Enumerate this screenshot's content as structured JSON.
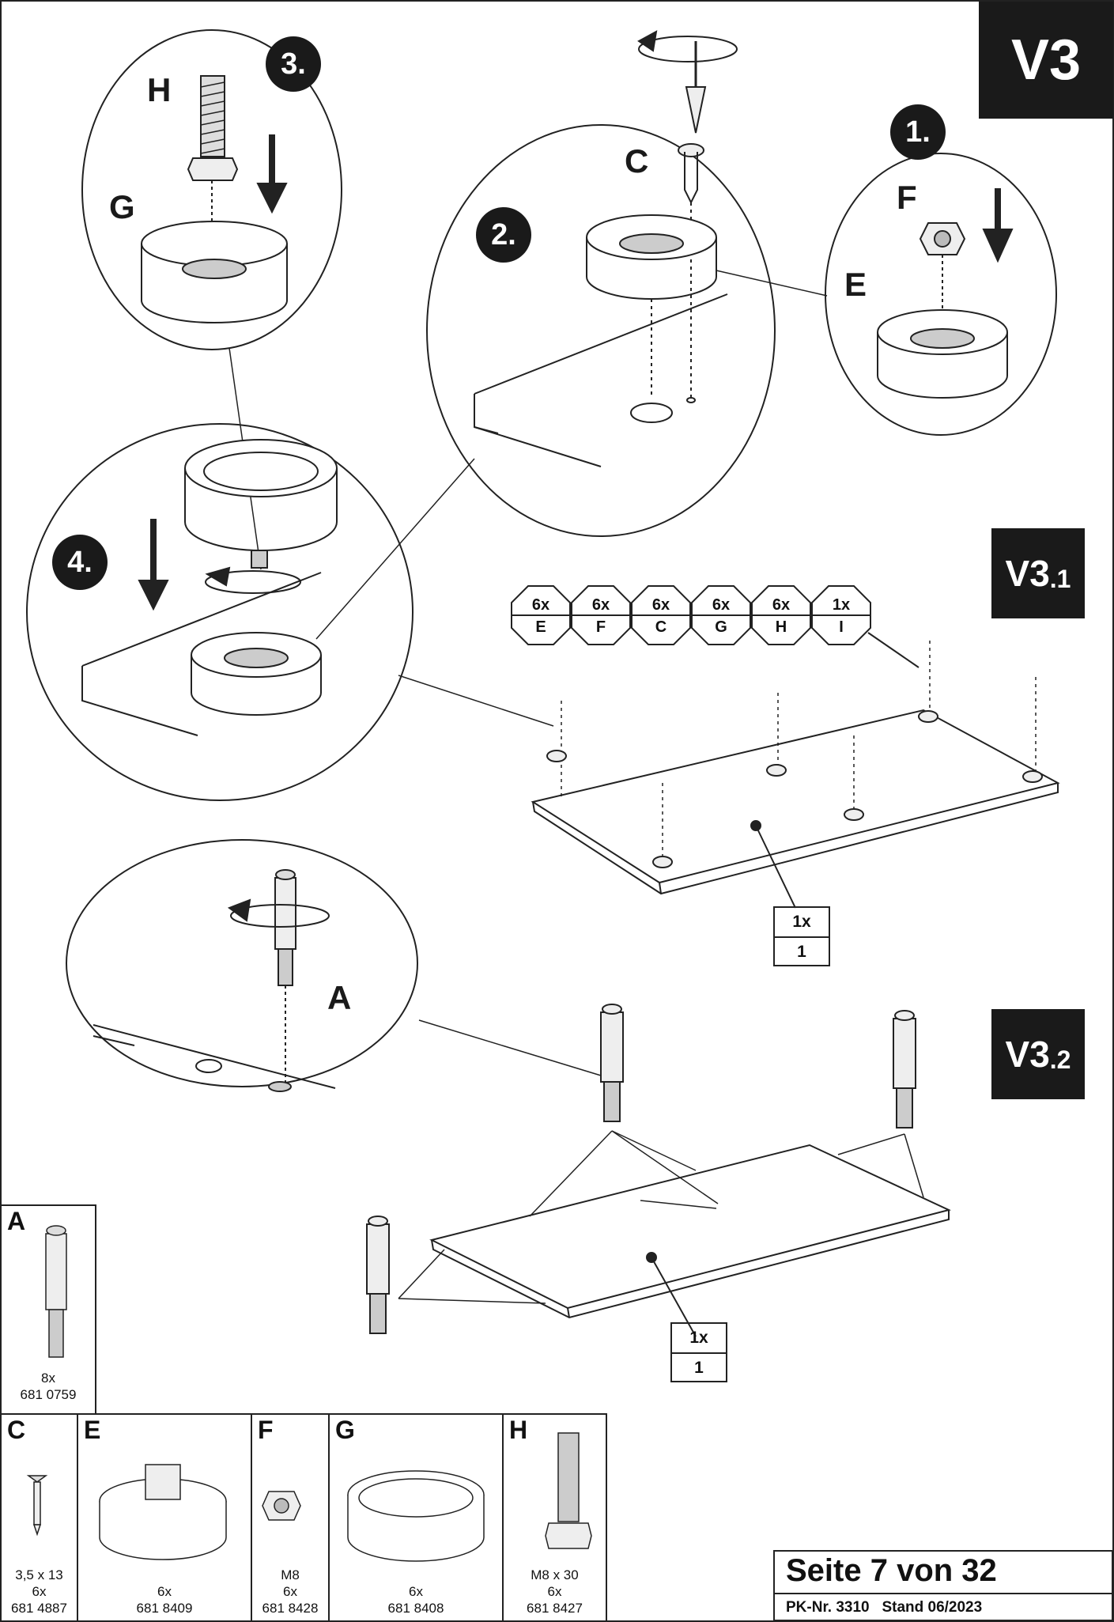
{
  "page": {
    "step_main": "V3",
    "step_sub1_main": "V3",
    "step_sub1_suffix": ".1",
    "step_sub2_main": "V3",
    "step_sub2_suffix": ".2",
    "footer_page": "Seite 7 von 32",
    "footer_meta": "PK-Nr. 3310   Stand 06/2023"
  },
  "steps": [
    "1.",
    "2.",
    "3.",
    "4."
  ],
  "callout_letters": {
    "h": "H",
    "g": "G",
    "c": "C",
    "f": "F",
    "e": "E",
    "a": "A"
  },
  "hardware_octagons": [
    {
      "qty": "6x",
      "part": "E"
    },
    {
      "qty": "6x",
      "part": "F"
    },
    {
      "qty": "6x",
      "part": "C"
    },
    {
      "qty": "6x",
      "part": "G"
    },
    {
      "qty": "6x",
      "part": "H"
    },
    {
      "qty": "1x",
      "part": "I"
    }
  ],
  "panel_qty_1": {
    "qty": "1x",
    "part": "1"
  },
  "panel_qty_2": {
    "qty": "1x",
    "part": "1"
  },
  "parts": {
    "a": {
      "label": "A",
      "line1": "8x",
      "line2": "681 0759"
    },
    "c": {
      "label": "C",
      "line1": "3,5 x 13",
      "line2": "6x",
      "line3": "681 4887"
    },
    "e": {
      "label": "E",
      "line1": "6x",
      "line2": "681 8409"
    },
    "f": {
      "label": "F",
      "line1": "M8",
      "line2": "6x",
      "line3": "681 8428"
    },
    "g": {
      "label": "G",
      "line1": "6x",
      "line2": "681 8408"
    },
    "h": {
      "label": "H",
      "line1": "M8 x 30",
      "line2": "6x",
      "line3": "681 8427"
    }
  }
}
